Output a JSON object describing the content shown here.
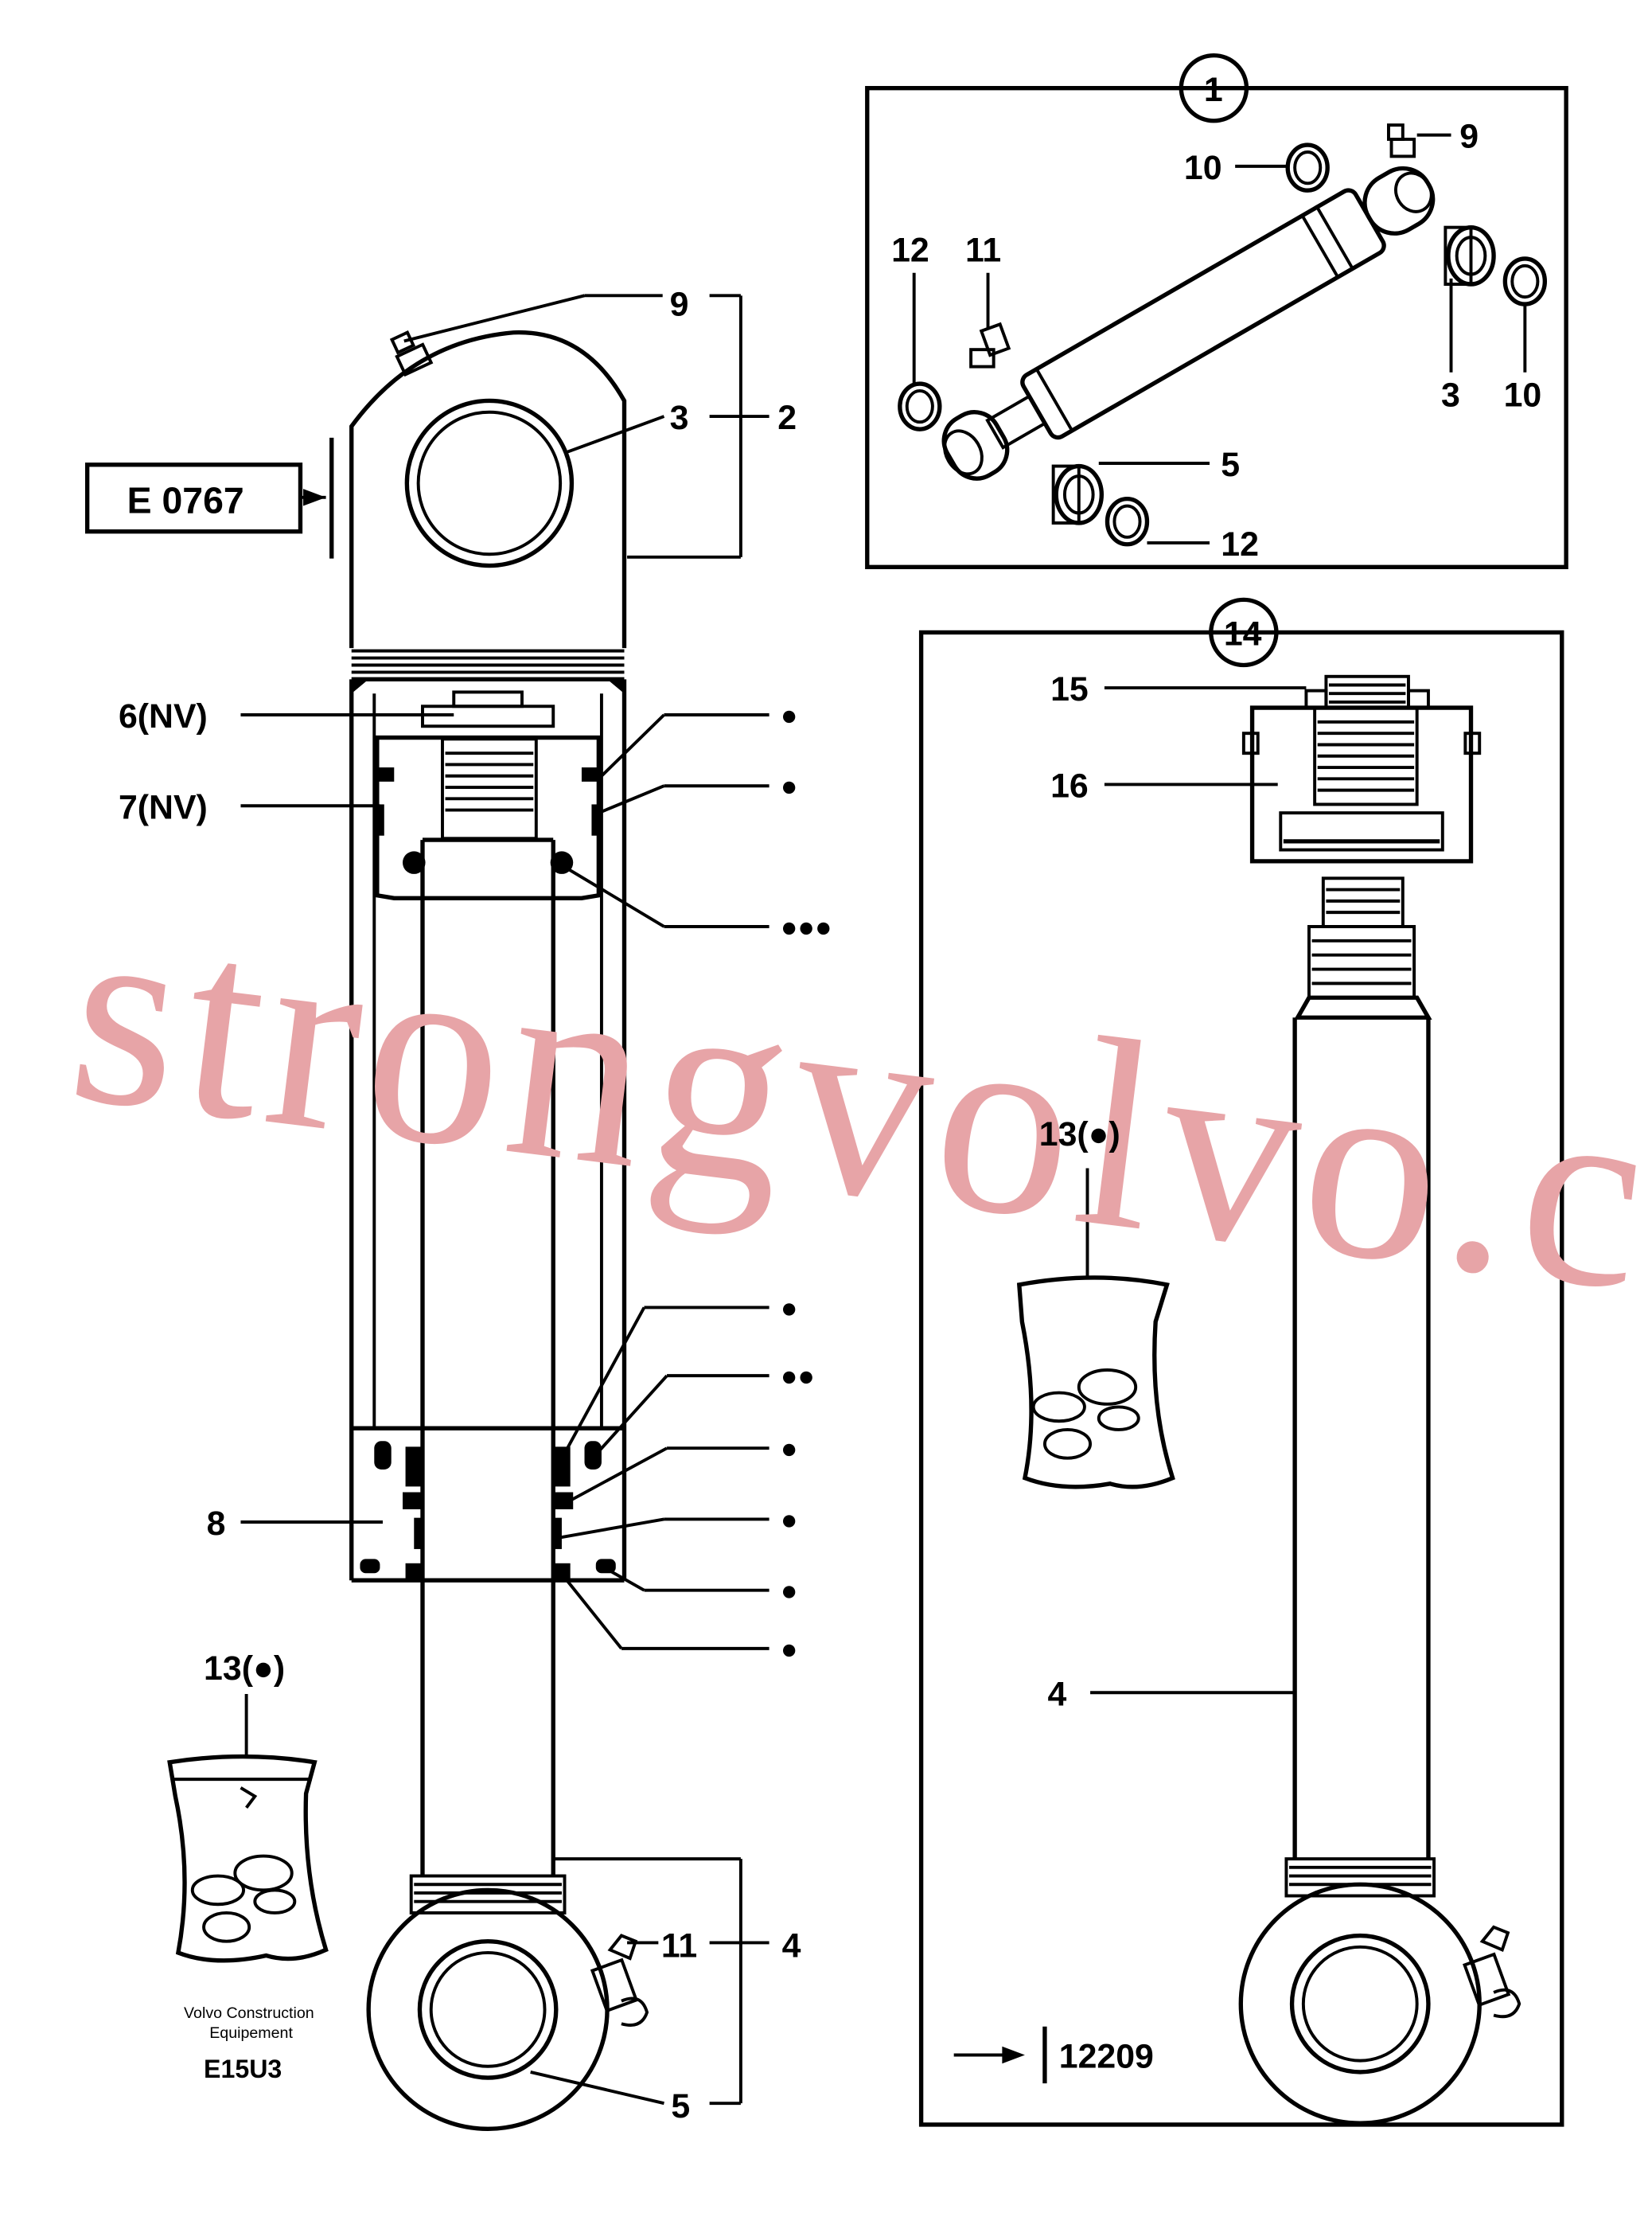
{
  "labels": {
    "main_9": "9",
    "main_3": "3",
    "main_2": "2",
    "ref_e0767": "E 0767",
    "main_6nv": "6(NV)",
    "main_7nv": "7(NV)",
    "main_8": "8",
    "kit_13_left": "13(●)",
    "main_11": "11",
    "main_4": "4",
    "main_5": "5",
    "brand_line1": "Volvo Construction",
    "brand_line2": "Equipement",
    "figure_code": "E15U3",
    "dot_1": "●",
    "dot_2": "●",
    "dot_3": "●●●",
    "dot_4": "●",
    "dot_5": "●●",
    "dot_6": "●",
    "dot_7": "●",
    "dot_8": "●",
    "dot_9": "●",
    "inset1_circle": "1",
    "inset1_9": "9",
    "inset1_10a": "10",
    "inset1_12a": "12",
    "inset1_11": "11",
    "inset1_3": "3",
    "inset1_10b": "10",
    "inset1_5": "5",
    "inset1_12b": "12",
    "inset14_circle": "14",
    "inset14_15": "15",
    "inset14_16": "16",
    "inset14_13": "13(●)",
    "inset14_4": "4",
    "ref_12209": "12209"
  },
  "watermark": "strongvolvo.com",
  "colors": {
    "line": "#000000",
    "watermark": "#e7a4a7",
    "background": "#ffffff"
  }
}
